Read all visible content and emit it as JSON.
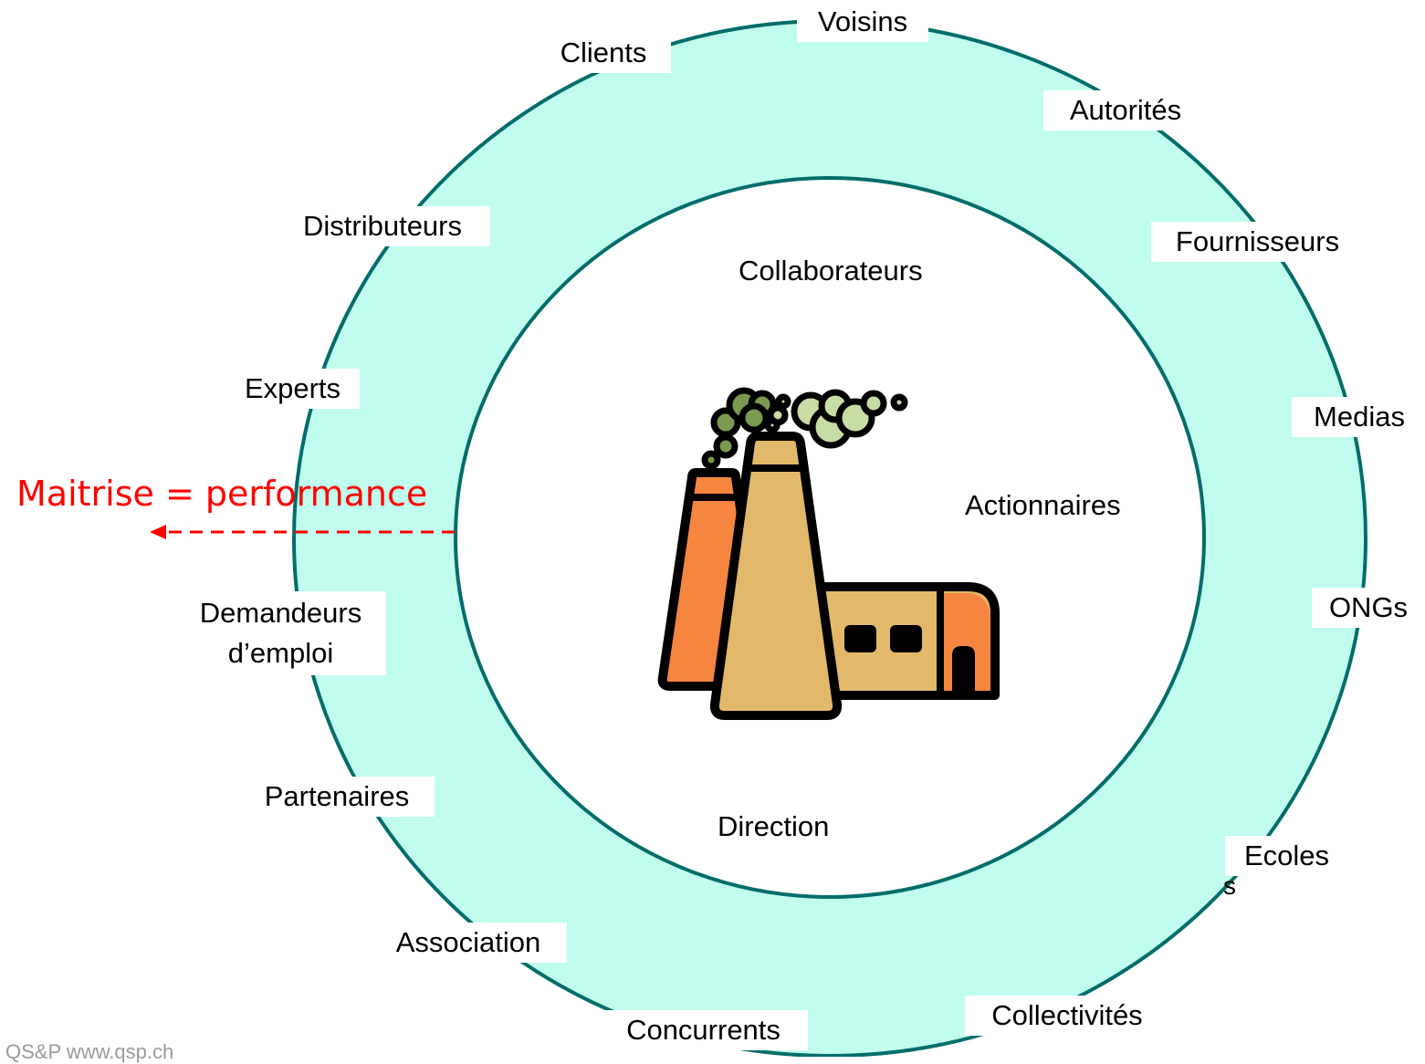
{
  "colors": {
    "ring_fill": "#c0fdee",
    "ring_stroke": "#006d6a",
    "inner_fill": "#ffffff",
    "annotation": "#ff0000",
    "chimney_orange": "#f6863f",
    "chimney_tan": "#e2b96a",
    "smoke_dark": "#7a9a4e",
    "smoke_light": "#c8dca6"
  },
  "outer_ring": {
    "labels": {
      "voisins": "Voisins",
      "clients": "Clients",
      "autorites": "Autorités",
      "distributeurs": "Distributeurs",
      "fournisseurs": "Fournisseurs",
      "experts": "Experts",
      "medias": "Medias",
      "demandeurs_line1": "Demandeurs",
      "demandeurs_line2": "d’emploi",
      "ongs": "ONGs",
      "partenaires": "Partenaires",
      "ecoles": "Ecoles",
      "ecoles_fragment": "s",
      "association": "Association",
      "collectivites": "Collectivités",
      "concurrents": "Concurrents"
    }
  },
  "inner_circle": {
    "collaborateurs": "Collaborateurs",
    "actionnaires": "Actionnaires",
    "direction": "Direction",
    "icon": "factory-icon"
  },
  "annotation": {
    "text": "Maitrise = performance",
    "arrow_direction": "left"
  },
  "footer": {
    "text": "QS&P  www.qsp.ch"
  }
}
